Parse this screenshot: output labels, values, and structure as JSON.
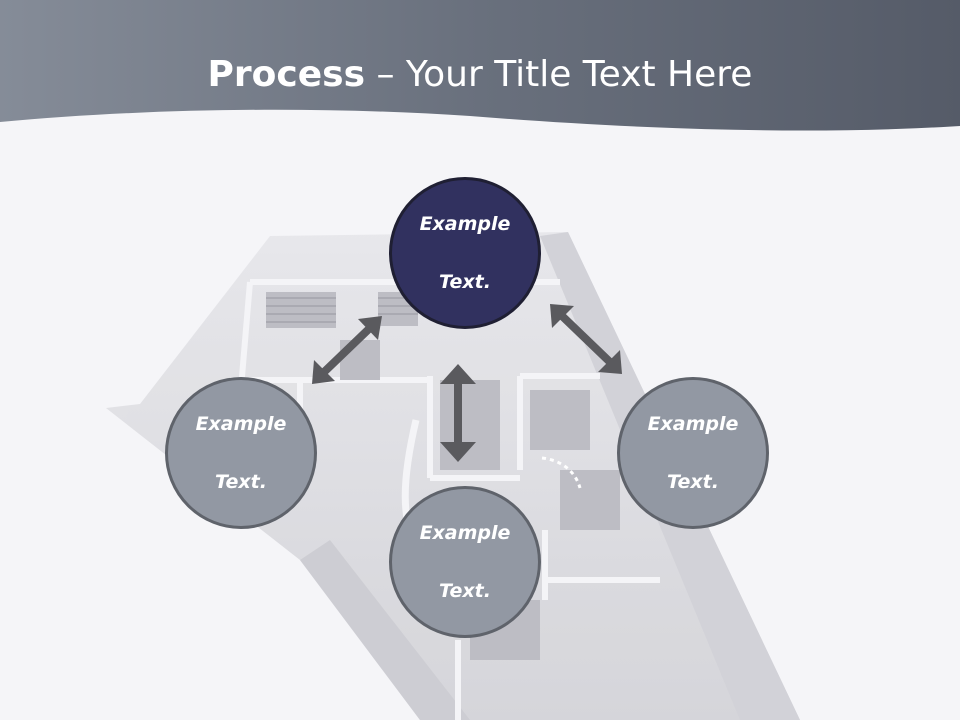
{
  "header": {
    "title_bold": "Process",
    "title_rest": " – Your Title Text Here"
  },
  "nodes": [
    {
      "id": "top",
      "label_line1": "Example",
      "label_line2": "Text."
    },
    {
      "id": "left",
      "label_line1": "Example",
      "label_line2": "Text."
    },
    {
      "id": "right",
      "label_line1": "Example",
      "label_line2": "Text."
    },
    {
      "id": "bottom",
      "label_line1": "Example",
      "label_line2": "Text."
    }
  ],
  "colors": {
    "header_band": "#646b79",
    "node_highlight": "#31315f",
    "node_default": "#9298a3",
    "arrow": "#5a5a5e"
  }
}
